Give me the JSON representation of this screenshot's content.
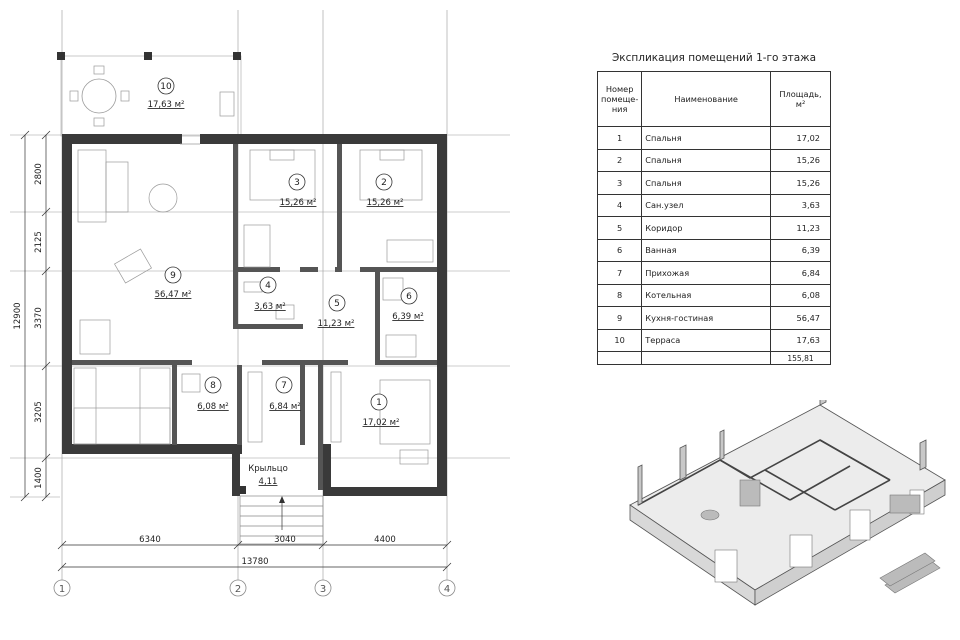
{
  "plan": {
    "rooms": [
      {
        "num": "1",
        "area": "17,02 м²"
      },
      {
        "num": "2",
        "area": "15,26 м²"
      },
      {
        "num": "3",
        "area": "15,26 м²"
      },
      {
        "num": "4",
        "area": "3,63 м²"
      },
      {
        "num": "5",
        "area": "11,23 м²"
      },
      {
        "num": "6",
        "area": "6,39 м²"
      },
      {
        "num": "7",
        "area": "6,84 м²"
      },
      {
        "num": "8",
        "area": "6,08 м²"
      },
      {
        "num": "9",
        "area": "56,47 м²"
      },
      {
        "num": "10",
        "area": "17,63 м²"
      }
    ],
    "porch": {
      "label": "Крыльцо",
      "area": "4,11"
    },
    "dims_bottom": {
      "d1": "6340",
      "d2": "3040",
      "d3": "4400",
      "total": "13780"
    },
    "dims_left": {
      "d1": "2800",
      "d2": "2125",
      "d3": "3370",
      "d4": "3205",
      "d5": "1400",
      "total": "12900"
    },
    "axes": [
      "1",
      "2",
      "3",
      "4"
    ]
  },
  "explication": {
    "title": "Экспликация помещений 1-го этажа",
    "headers": {
      "num": "Номер помеще-ния",
      "name": "Наименование",
      "area": "Площадь, м²"
    },
    "rows": [
      {
        "num": "1",
        "name": "Спальня",
        "area": "17,02"
      },
      {
        "num": "2",
        "name": "Спальня",
        "area": "15,26"
      },
      {
        "num": "3",
        "name": "Спальня",
        "area": "15,26"
      },
      {
        "num": "4",
        "name": "Сан.узел",
        "area": "3,63"
      },
      {
        "num": "5",
        "name": "Коридор",
        "area": "11,23"
      },
      {
        "num": "6",
        "name": "Ванная",
        "area": "6,39"
      },
      {
        "num": "7",
        "name": "Прихожая",
        "area": "6,84"
      },
      {
        "num": "8",
        "name": "Котельная",
        "area": "6,08"
      },
      {
        "num": "9",
        "name": "Кухня-гостиная",
        "area": "56,47"
      },
      {
        "num": "10",
        "name": "Терраса",
        "area": "17,63"
      }
    ],
    "total": "155,81"
  },
  "colors": {
    "wall": "#3a3a3a",
    "line": "#444444",
    "furniture": "#9a9a9a"
  }
}
